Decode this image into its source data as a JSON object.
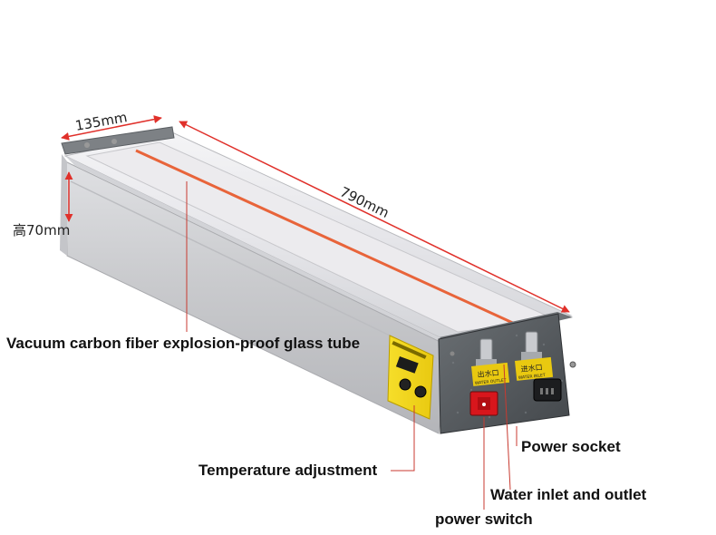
{
  "dimensions": {
    "width_label": "135mm",
    "length_label": "790mm",
    "height_label": "高70mm"
  },
  "callouts": {
    "glass_tube": "Vacuum carbon fiber explosion-proof glass tube",
    "temperature": "Temperature adjustment",
    "power_socket": "Power socket",
    "water": "Water inlet and outlet",
    "power_switch": "power switch"
  },
  "panel_text": {
    "water_outlet_cn": "出水口",
    "water_outlet_en": "WATER OUTLET",
    "water_inlet_cn": "进水口",
    "water_inlet_en": "WATER INLET"
  },
  "colors": {
    "dimension_arrow": "#e0302a",
    "leader_line": "#c83a30",
    "heater_stripe": "#e8643a",
    "control_panel": "#f2d81c",
    "switch": "#d8161c",
    "end_cap": "#555a5e"
  }
}
